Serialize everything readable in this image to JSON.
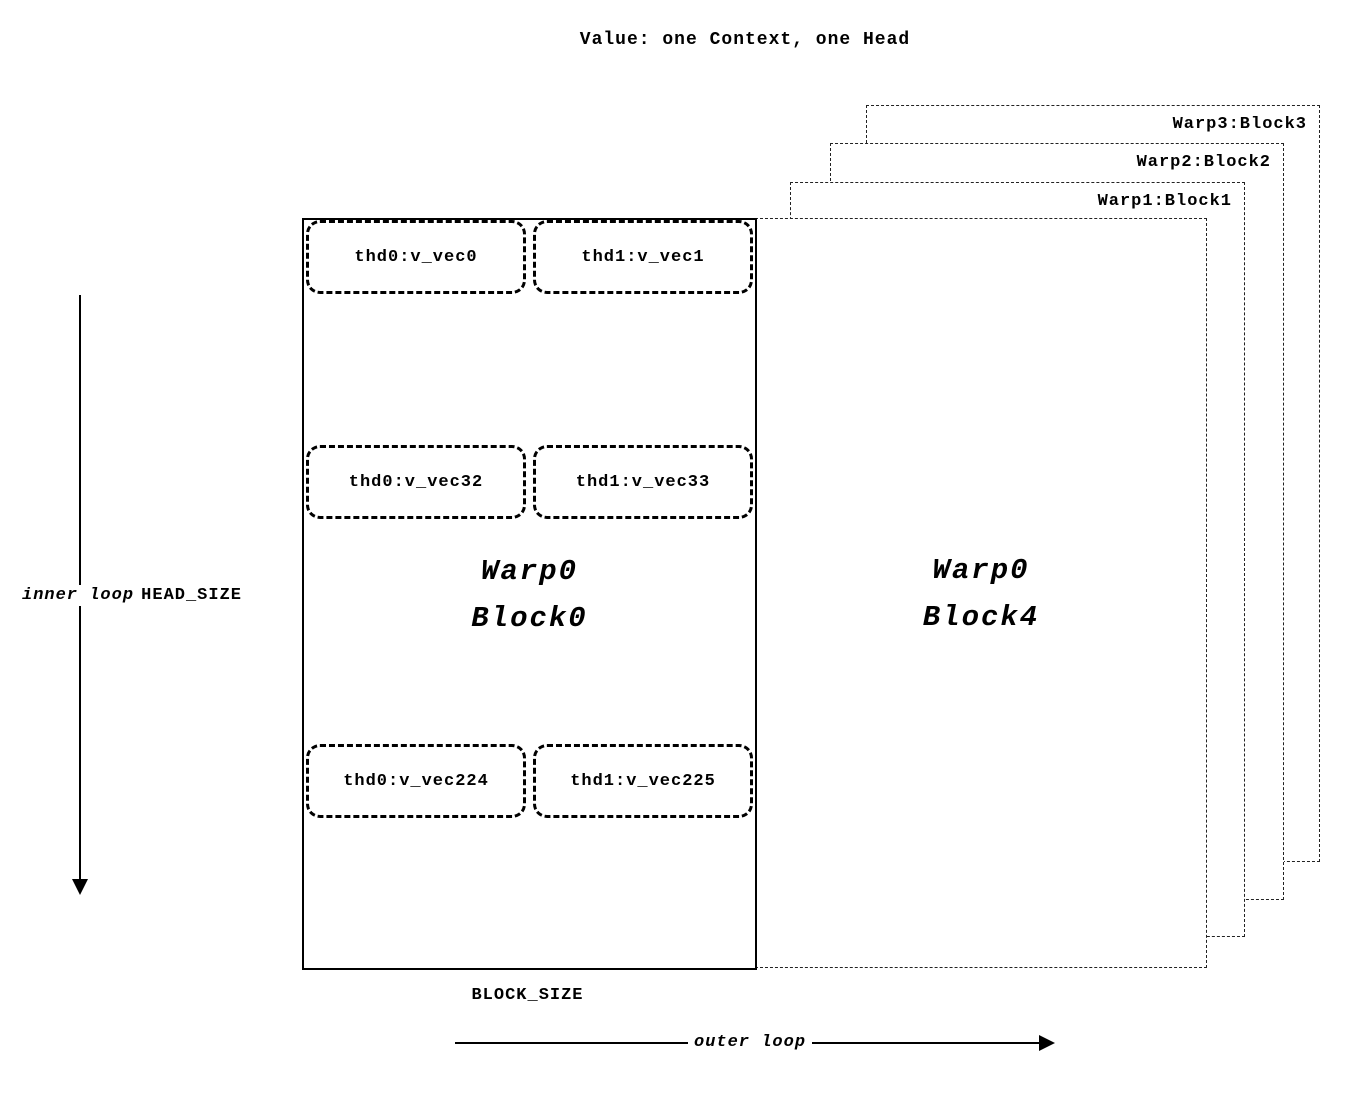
{
  "title": "Value: one Context, one Head",
  "back_blocks": [
    {
      "label": "Warp3:Block3"
    },
    {
      "label": "Warp2:Block2"
    },
    {
      "label": "Warp1:Block1"
    }
  ],
  "block4": {
    "line1": "Warp0",
    "line2": "Block4"
  },
  "block0": {
    "line1": "Warp0",
    "line2": "Block0",
    "rows": [
      {
        "left": "thd0:v_vec0",
        "right": "thd1:v_vec1"
      },
      {
        "left": "thd0:v_vec32",
        "right": "thd1:v_vec33"
      },
      {
        "left": "thd0:v_vec224",
        "right": "thd1:v_vec225"
      }
    ]
  },
  "labels": {
    "inner_loop": "inner loop",
    "head_size": "HEAD_SIZE",
    "block_size": "BLOCK_SIZE",
    "outer_loop": "outer loop"
  }
}
